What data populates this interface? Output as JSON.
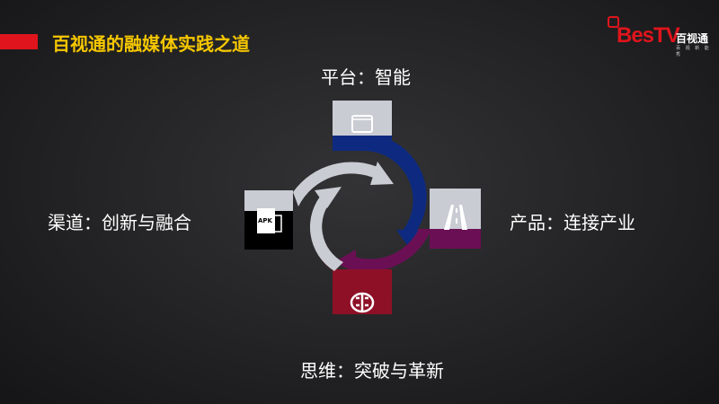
{
  "header": {
    "title": "百视通的融媒体实践之道"
  },
  "logo": {
    "brand": "BesTV",
    "brand_cn": "百视通",
    "tagline": "百 视 新 能 秀"
  },
  "diagram": {
    "nodes": [
      {
        "id": "top",
        "label": "平台：智能",
        "icon": "browser-window-icon",
        "color": "#0d2a80"
      },
      {
        "id": "right",
        "label": "产品：连接产业",
        "icon": "road-icon",
        "color": "#6b0f55"
      },
      {
        "id": "bottom",
        "label": "思维：突破与革新",
        "icon": "brain-icon",
        "color": "#8e1027"
      },
      {
        "id": "left",
        "label": "渠道：创新与融合",
        "icon": "apk-file-icon",
        "color": "#000000"
      }
    ],
    "apk_text": "APK"
  }
}
